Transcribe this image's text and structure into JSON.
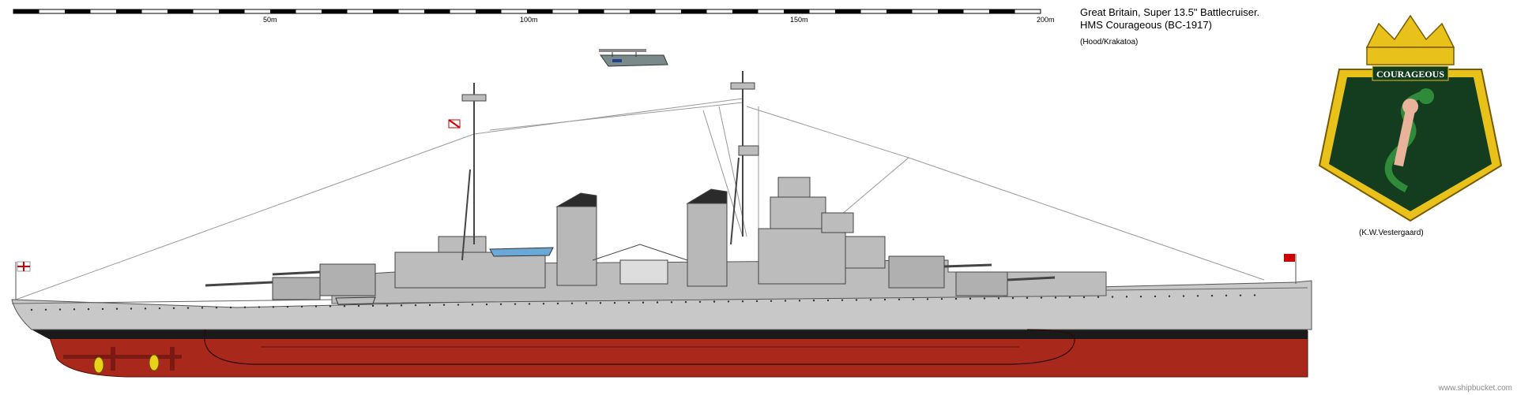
{
  "scale": {
    "labels": [
      "50m",
      "100m",
      "150m",
      "200m"
    ]
  },
  "title": {
    "line1": "Great Britain, Super 13.5\" Battlecruiser.",
    "line2": "HMS Courageous (BC-1917)",
    "line3": "(Hood/Krakatoa)"
  },
  "badge": {
    "name": "COURAGEOUS"
  },
  "credit": "(K.W.Vestergaard)",
  "watermark": "www.shipbucket.com",
  "colors": {
    "hull_red": "#a8281c",
    "hull_grey": "#c8c8c8",
    "deck_grey": "#a0a0a0",
    "boot_top": "#1a1a1a",
    "badge_gold": "#e8c21a",
    "badge_green": "#143c1e"
  }
}
